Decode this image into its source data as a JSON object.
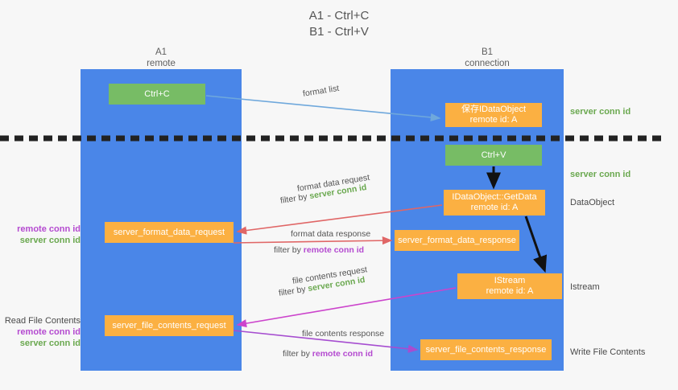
{
  "title": {
    "line1": "A1 - Ctrl+C",
    "line2": "B1 - Ctrl+V"
  },
  "lanes": [
    {
      "name": "A1",
      "sub": "remote",
      "color": "#4a86e8"
    },
    {
      "name": "B1",
      "sub": "connection",
      "color": "#4a86e8"
    }
  ],
  "colors": {
    "lane": "#4a86e8",
    "green_box": "#77bc65",
    "orange_box": "#fbb042",
    "server_conn_id": "#6aa84f",
    "remote_conn_id": "#b44ad0",
    "arrow_blue": "#6fa8dc",
    "arrow_red": "#e06666",
    "arrow_magenta": "#cc44cc",
    "arrow_purple": "#a64dd0",
    "arrow_black": "#000000",
    "background": "#f7f7f7"
  },
  "boxes": {
    "ctrl_c": {
      "label": "Ctrl+C",
      "style": "green"
    },
    "save_idataobject": {
      "line1": "保存IDataObject",
      "line2": "remote id: A",
      "style": "orange"
    },
    "ctrl_v": {
      "label": "Ctrl+V",
      "style": "green"
    },
    "getdata": {
      "line1": "IDataObject::GetData",
      "line2": "remote id: A",
      "style": "orange"
    },
    "format_data_request": {
      "label": "server_format_data_request",
      "style": "orange"
    },
    "format_data_response": {
      "label": "server_format_data_response",
      "style": "orange"
    },
    "istream": {
      "line1": "IStream",
      "line2": "remote id: A",
      "style": "orange"
    },
    "file_contents_request": {
      "label": "server_file_contents_request",
      "style": "orange"
    },
    "file_contents_response": {
      "label": "server_file_contents_response",
      "style": "orange"
    }
  },
  "edge_labels": {
    "format_list": "format list",
    "format_data_request": "format data request",
    "format_data_request_filter_prefix": "filter by ",
    "format_data_request_filter_value": "server conn id",
    "format_data_response": "format data response",
    "format_data_response_filter_prefix": "filter by ",
    "format_data_response_filter_value": "remote conn id",
    "file_contents_request": "file contents request",
    "file_contents_request_filter_prefix": "filter by ",
    "file_contents_request_filter_value": "server conn id",
    "file_contents_response": "file contents response",
    "file_contents_response_filter_prefix": "filter by ",
    "file_contents_response_filter_value": "remote conn id"
  },
  "side_labels": {
    "server_conn_id_top": "server conn id",
    "server_conn_id_mid": "server conn id",
    "dataobject": "DataObject",
    "istream": "Istream",
    "write_file_contents": "Write File Contents",
    "left_mid_remote": "remote conn id",
    "left_mid_server": "server conn id",
    "read_file_contents": "Read File Contents",
    "left_low_remote": "remote conn id",
    "left_low_server": "server conn id"
  },
  "divider": {
    "name": "dashed-separator",
    "style": "dashed",
    "color": "#222222"
  }
}
